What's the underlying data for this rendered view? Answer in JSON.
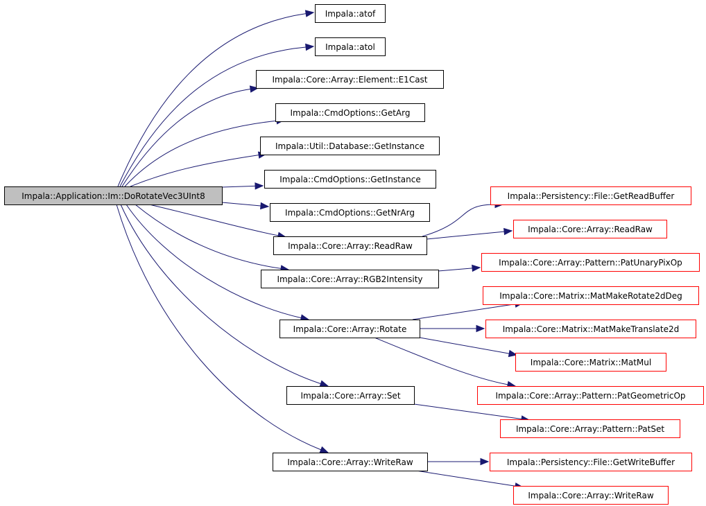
{
  "colors": {
    "edge": "#191970",
    "root_fill": "#bfbfbf",
    "root_border": "#000000",
    "node_border": "#000000",
    "node_fill": "#ffffff",
    "truncated_border": "#ff0000"
  },
  "nodes": {
    "root": {
      "label": "Impala::Application::Im::DoRotateVec3UInt8",
      "style": "root"
    },
    "atof": {
      "label": "Impala::atof",
      "style": "normal"
    },
    "atol": {
      "label": "Impala::atol",
      "style": "normal"
    },
    "e1cast": {
      "label": "Impala::Core::Array::Element::E1Cast",
      "style": "normal"
    },
    "getarg": {
      "label": "Impala::CmdOptions::GetArg",
      "style": "normal"
    },
    "db_getinstance": {
      "label": "Impala::Util::Database::GetInstance",
      "style": "normal"
    },
    "cmd_getinstance": {
      "label": "Impala::CmdOptions::GetInstance",
      "style": "normal"
    },
    "getnrarg": {
      "label": "Impala::CmdOptions::GetNrArg",
      "style": "normal"
    },
    "readraw": {
      "label": "Impala::Core::Array::ReadRaw",
      "style": "normal"
    },
    "rgb2intensity": {
      "label": "Impala::Core::Array::RGB2Intensity",
      "style": "normal"
    },
    "rotate": {
      "label": "Impala::Core::Array::Rotate",
      "style": "normal"
    },
    "set": {
      "label": "Impala::Core::Array::Set",
      "style": "normal"
    },
    "writeraw": {
      "label": "Impala::Core::Array::WriteRaw",
      "style": "normal"
    },
    "getreadbuffer": {
      "label": "Impala::Persistency::File::GetReadBuffer",
      "style": "truncated"
    },
    "readraw2": {
      "label": "Impala::Core::Array::ReadRaw",
      "style": "truncated"
    },
    "patunarypixop": {
      "label": "Impala::Core::Array::Pattern::PatUnaryPixOp",
      "style": "truncated"
    },
    "matmakerotate": {
      "label": "Impala::Core::Matrix::MatMakeRotate2dDeg",
      "style": "truncated"
    },
    "matmaketranslate": {
      "label": "Impala::Core::Matrix::MatMakeTranslate2d",
      "style": "truncated"
    },
    "matmul": {
      "label": "Impala::Core::Matrix::MatMul",
      "style": "truncated"
    },
    "patgeometricop": {
      "label": "Impala::Core::Array::Pattern::PatGeometricOp",
      "style": "truncated"
    },
    "patset": {
      "label": "Impala::Core::Array::Pattern::PatSet",
      "style": "truncated"
    },
    "getwritebuffer": {
      "label": "Impala::Persistency::File::GetWriteBuffer",
      "style": "truncated"
    },
    "writeraw2": {
      "label": "Impala::Core::Array::WriteRaw",
      "style": "truncated"
    }
  },
  "edges": [
    {
      "from": "root",
      "to": "atof"
    },
    {
      "from": "root",
      "to": "atol"
    },
    {
      "from": "root",
      "to": "e1cast"
    },
    {
      "from": "root",
      "to": "getarg"
    },
    {
      "from": "root",
      "to": "db_getinstance"
    },
    {
      "from": "root",
      "to": "cmd_getinstance"
    },
    {
      "from": "root",
      "to": "getnrarg"
    },
    {
      "from": "root",
      "to": "readraw"
    },
    {
      "from": "root",
      "to": "rgb2intensity"
    },
    {
      "from": "root",
      "to": "rotate"
    },
    {
      "from": "root",
      "to": "set"
    },
    {
      "from": "root",
      "to": "writeraw"
    },
    {
      "from": "readraw",
      "to": "getreadbuffer"
    },
    {
      "from": "readraw",
      "to": "readraw2"
    },
    {
      "from": "rgb2intensity",
      "to": "patunarypixop"
    },
    {
      "from": "rotate",
      "to": "matmakerotate"
    },
    {
      "from": "rotate",
      "to": "matmaketranslate"
    },
    {
      "from": "rotate",
      "to": "matmul"
    },
    {
      "from": "rotate",
      "to": "patgeometricop"
    },
    {
      "from": "set",
      "to": "patset"
    },
    {
      "from": "writeraw",
      "to": "getwritebuffer"
    },
    {
      "from": "writeraw",
      "to": "writeraw2"
    }
  ]
}
